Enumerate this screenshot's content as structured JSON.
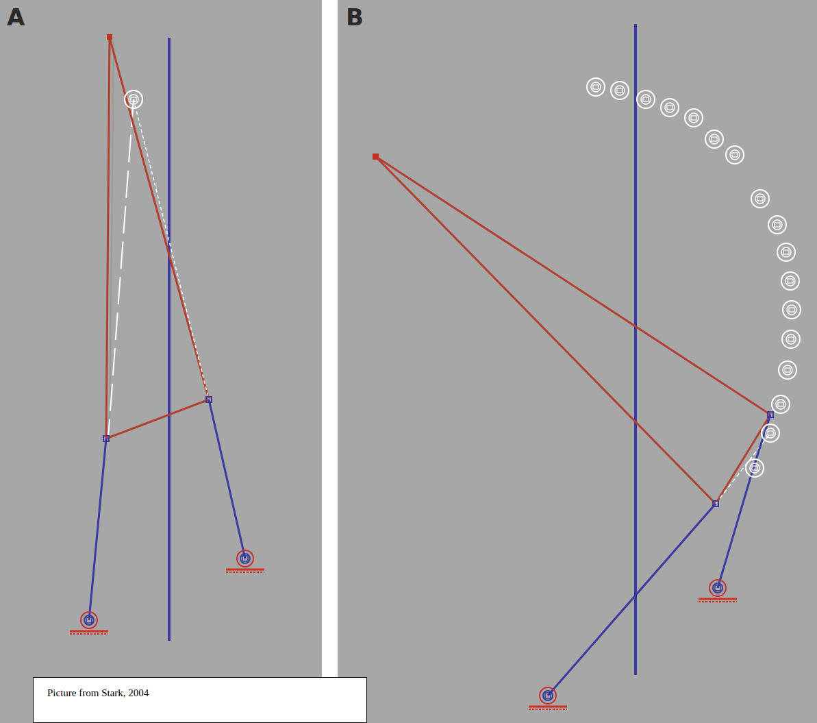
{
  "diagram": {
    "caption": "Picture from Stark, 2004",
    "labels": [
      "A",
      "B"
    ]
  }
}
